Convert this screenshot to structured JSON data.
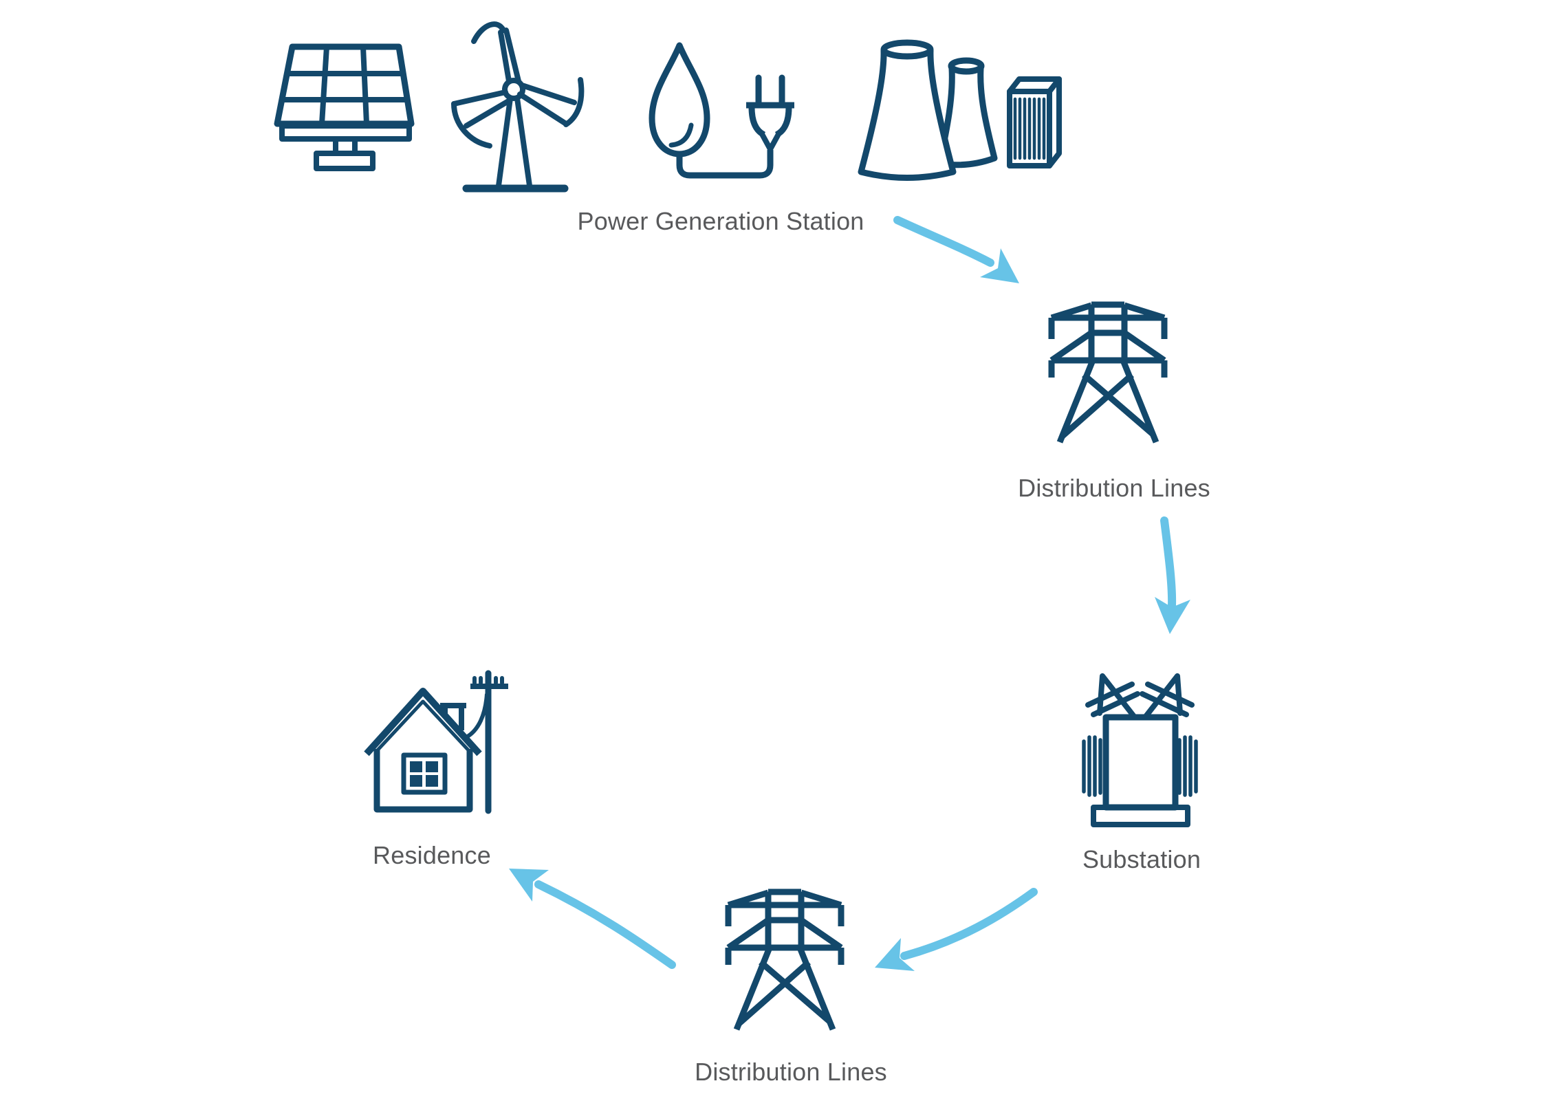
{
  "palette": {
    "icon_color": "#13486B",
    "arrow_color": "#67C3E7",
    "label_color": "#58595B",
    "background": "#FFFFFF"
  },
  "diagram": {
    "nodes": [
      {
        "id": "power-generation-station",
        "label": "Power Generation Station",
        "icons": [
          "solar-panel",
          "wind-turbine",
          "hydro-power-plug",
          "power-plant-cooling-towers"
        ]
      },
      {
        "id": "distribution-lines-upper",
        "label": "Distribution Lines",
        "icons": [
          "transmission-tower"
        ]
      },
      {
        "id": "substation",
        "label": "Substation",
        "icons": [
          "transformer-substation"
        ]
      },
      {
        "id": "distribution-lines-lower",
        "label": "Distribution Lines",
        "icons": [
          "transmission-tower"
        ]
      },
      {
        "id": "residence",
        "label": "Residence",
        "icons": [
          "house-with-utility-pole"
        ]
      }
    ],
    "arrows": [
      {
        "from": "power-generation-station",
        "to": "distribution-lines-upper"
      },
      {
        "from": "distribution-lines-upper",
        "to": "substation"
      },
      {
        "from": "substation",
        "to": "distribution-lines-lower"
      },
      {
        "from": "distribution-lines-lower",
        "to": "residence"
      }
    ]
  }
}
